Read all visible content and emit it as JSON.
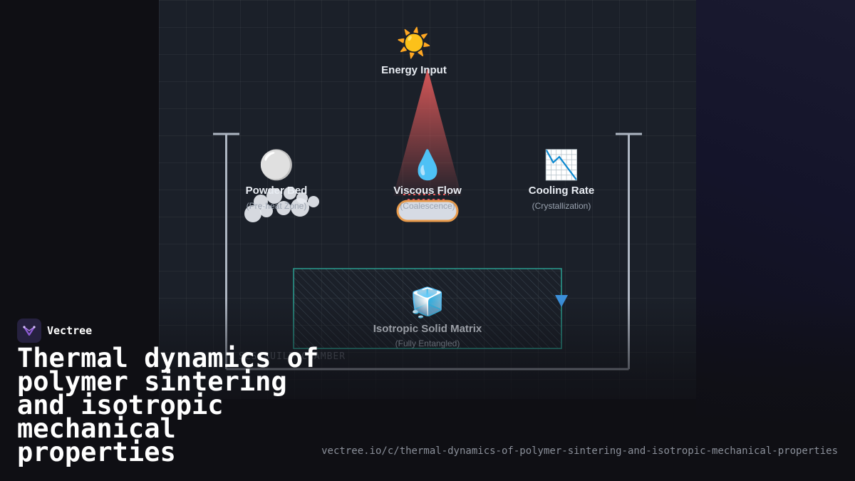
{
  "brand": {
    "name": "Vectree"
  },
  "title": "Thermal dynamics of polymer sintering and isotropic mechanical properties",
  "url": "vectree.io/c/thermal-dynamics-of-polymer-sintering-and-isotropic-mechanical-properties",
  "diagram": {
    "energy": {
      "icon": "sun-icon",
      "emoji": "☀️",
      "label": "Energy Input"
    },
    "powder": {
      "icon": "white-circle-icon",
      "emoji": "⚪",
      "label": "Powder Bed",
      "sublabel": "(Pre-heat Zone)"
    },
    "viscous": {
      "icon": "droplet-icon",
      "emoji": "💧",
      "label": "Viscous Flow",
      "sublabel": "(Coalescence)"
    },
    "cooling": {
      "icon": "chart-decreasing-icon",
      "emoji": "📉",
      "label": "Cooling Rate",
      "sublabel": "(Crystallization)"
    },
    "matrix": {
      "icon": "ice-cube-icon",
      "emoji": "🧊",
      "label": "Isotropic Solid Matrix",
      "sublabel": "(Fully Entangled)"
    },
    "chamber_label": "SLS BUILD CHAMBER"
  },
  "colors": {
    "beam": "#e05a5a",
    "melt_pool": "#e89a4a",
    "matrix_border": "#2a9d8f",
    "arrow": "#3b8fd9",
    "accent": "#8e5bd6"
  }
}
